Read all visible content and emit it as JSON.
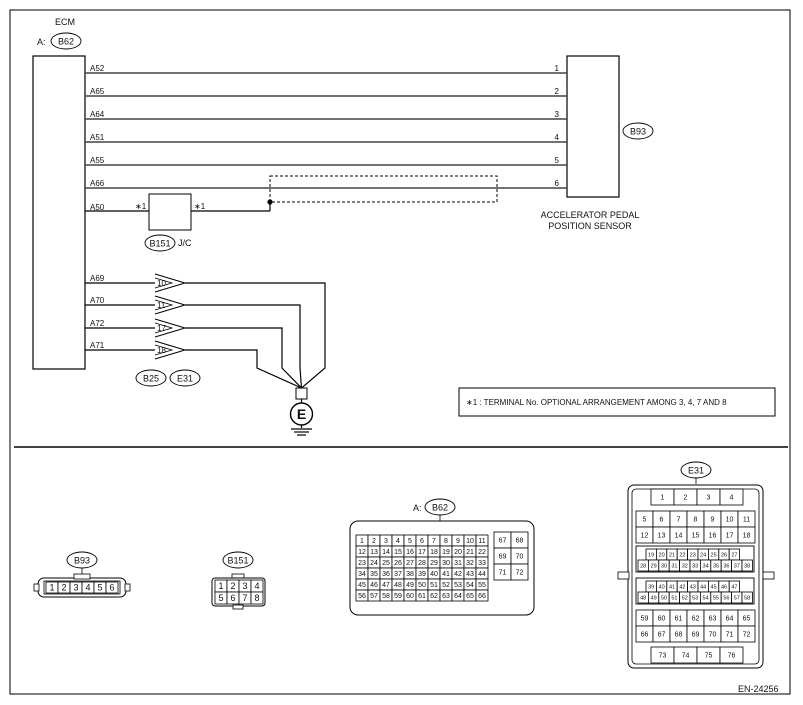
{
  "ecm": {
    "title": "ECM",
    "prefix": "A:",
    "connector": "B62"
  },
  "sensor": {
    "connector": "B93",
    "name_line1": "ACCELERATOR PEDAL",
    "name_line2": "POSITION SENSOR"
  },
  "wires": [
    {
      "ecm_pin": "A52",
      "sensor_pin": "1"
    },
    {
      "ecm_pin": "A65",
      "sensor_pin": "2"
    },
    {
      "ecm_pin": "A64",
      "sensor_pin": "3"
    },
    {
      "ecm_pin": "A51",
      "sensor_pin": "4"
    },
    {
      "ecm_pin": "A55",
      "sensor_pin": "5"
    },
    {
      "ecm_pin": "A66",
      "sensor_pin": "6"
    }
  ],
  "jc": {
    "ecm_pin": "A50",
    "connector": "B151",
    "label": "J/C",
    "star_left": "∗1",
    "star_right": "∗1"
  },
  "ground_wires": [
    {
      "ecm_pin": "A69",
      "conn_pin": "10"
    },
    {
      "ecm_pin": "A70",
      "conn_pin": "11"
    },
    {
      "ecm_pin": "A72",
      "conn_pin": "17"
    },
    {
      "ecm_pin": "A71",
      "conn_pin": "18"
    }
  ],
  "ground_connectors": [
    "B25",
    "E31"
  ],
  "ground_symbol": "E",
  "note": "∗1 : TERMINAL No. OPTIONAL ARRANGEMENT AMONG 3, 4, 7 AND 8",
  "conn_b93": {
    "label": "B93",
    "pins": [
      "1",
      "2",
      "3",
      "4",
      "5",
      "6"
    ]
  },
  "conn_b151": {
    "label": "B151",
    "pins_top": [
      "1",
      "2",
      "3",
      "4"
    ],
    "pins_bottom": [
      "5",
      "6",
      "7",
      "8"
    ]
  },
  "conn_b62": {
    "prefix": "A:",
    "label": "B62",
    "rows": [
      [
        "1",
        "2",
        "3",
        "4",
        "5",
        "6",
        "7",
        "8",
        "9",
        "10",
        "11"
      ],
      [
        "12",
        "13",
        "14",
        "15",
        "16",
        "17",
        "18",
        "19",
        "20",
        "21",
        "22"
      ],
      [
        "23",
        "24",
        "25",
        "26",
        "27",
        "28",
        "29",
        "30",
        "31",
        "32",
        "33"
      ],
      [
        "34",
        "35",
        "36",
        "37",
        "38",
        "39",
        "40",
        "41",
        "42",
        "43",
        "44"
      ],
      [
        "45",
        "46",
        "47",
        "48",
        "49",
        "50",
        "51",
        "52",
        "53",
        "54",
        "55"
      ],
      [
        "56",
        "57",
        "58",
        "59",
        "60",
        "61",
        "62",
        "63",
        "64",
        "65",
        "66"
      ]
    ],
    "side": [
      [
        "67",
        "68"
      ],
      [
        "69",
        "70"
      ],
      [
        "71",
        "72"
      ]
    ]
  },
  "conn_e31": {
    "label": "E31",
    "row1": [
      "1",
      "2",
      "3",
      "4"
    ],
    "row2": [
      "5",
      "6",
      "7",
      "8",
      "9",
      "10",
      "11"
    ],
    "row3": [
      "12",
      "13",
      "14",
      "15",
      "16",
      "17",
      "18"
    ],
    "row4": [
      "19",
      "20",
      "21",
      "22",
      "23",
      "24",
      "25",
      "26",
      "27"
    ],
    "row5": [
      "28",
      "29",
      "30",
      "31",
      "32",
      "33",
      "34",
      "35",
      "36",
      "37",
      "38"
    ],
    "row6": [
      "39",
      "40",
      "41",
      "42",
      "43",
      "44",
      "45",
      "46",
      "47"
    ],
    "row7": [
      "48",
      "49",
      "50",
      "51",
      "52",
      "53",
      "54",
      "55",
      "56",
      "57",
      "58"
    ],
    "row8": [
      "59",
      "60",
      "61",
      "62",
      "63",
      "64",
      "65"
    ],
    "row9": [
      "66",
      "67",
      "68",
      "69",
      "70",
      "71",
      "72"
    ],
    "row10": [
      "73",
      "74",
      "75",
      "76"
    ]
  },
  "figure_id": "EN-24256"
}
